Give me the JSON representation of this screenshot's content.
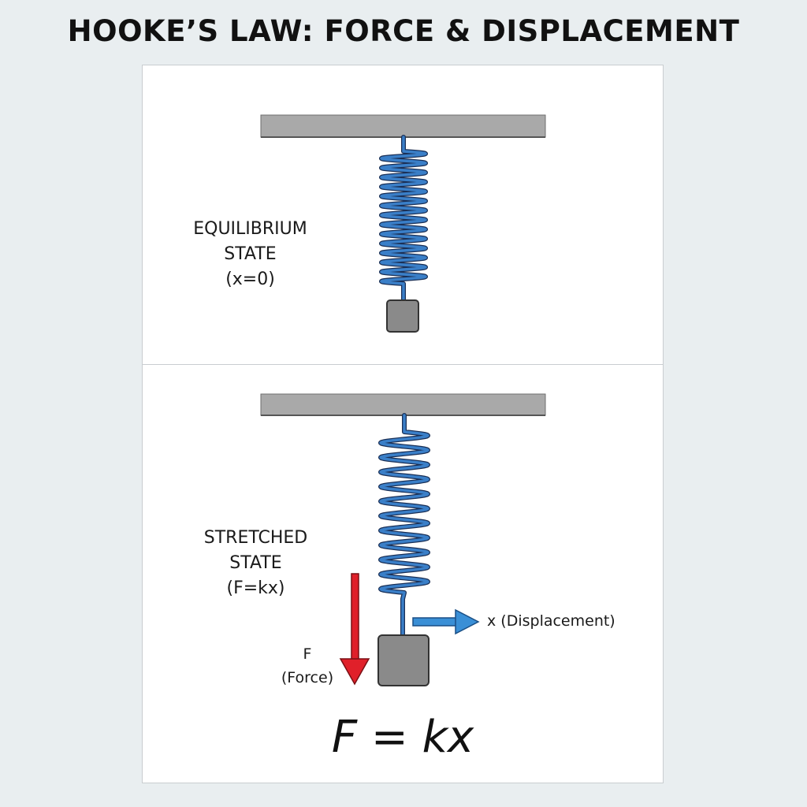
{
  "title": "HOOKE’S LAW: FORCE & DISPLACEMENT",
  "equilibrium": {
    "line1": "EQUILIBRIUM",
    "line2": "STATE",
    "line3": "(x=0)"
  },
  "stretched": {
    "line1": "STRETCHED",
    "line2": "STATE",
    "line3": "(F=kx)"
  },
  "force_arrow": {
    "label_line1": "F",
    "label_line2": "(Force)",
    "color": "#e0202a"
  },
  "displacement_arrow": {
    "label": "x (Displacement)",
    "color": "#3a8fd6"
  },
  "equation": "F = kx",
  "colors": {
    "spring": "#3a7fc8",
    "spring_outline": "#1a2f55",
    "ceiling": "#a9a9a9",
    "mass": "#8a8a8a"
  },
  "icons": [
    "spring-icon",
    "ceiling-bar-icon",
    "mass-block-icon",
    "arrow-down-icon",
    "arrow-right-icon"
  ]
}
